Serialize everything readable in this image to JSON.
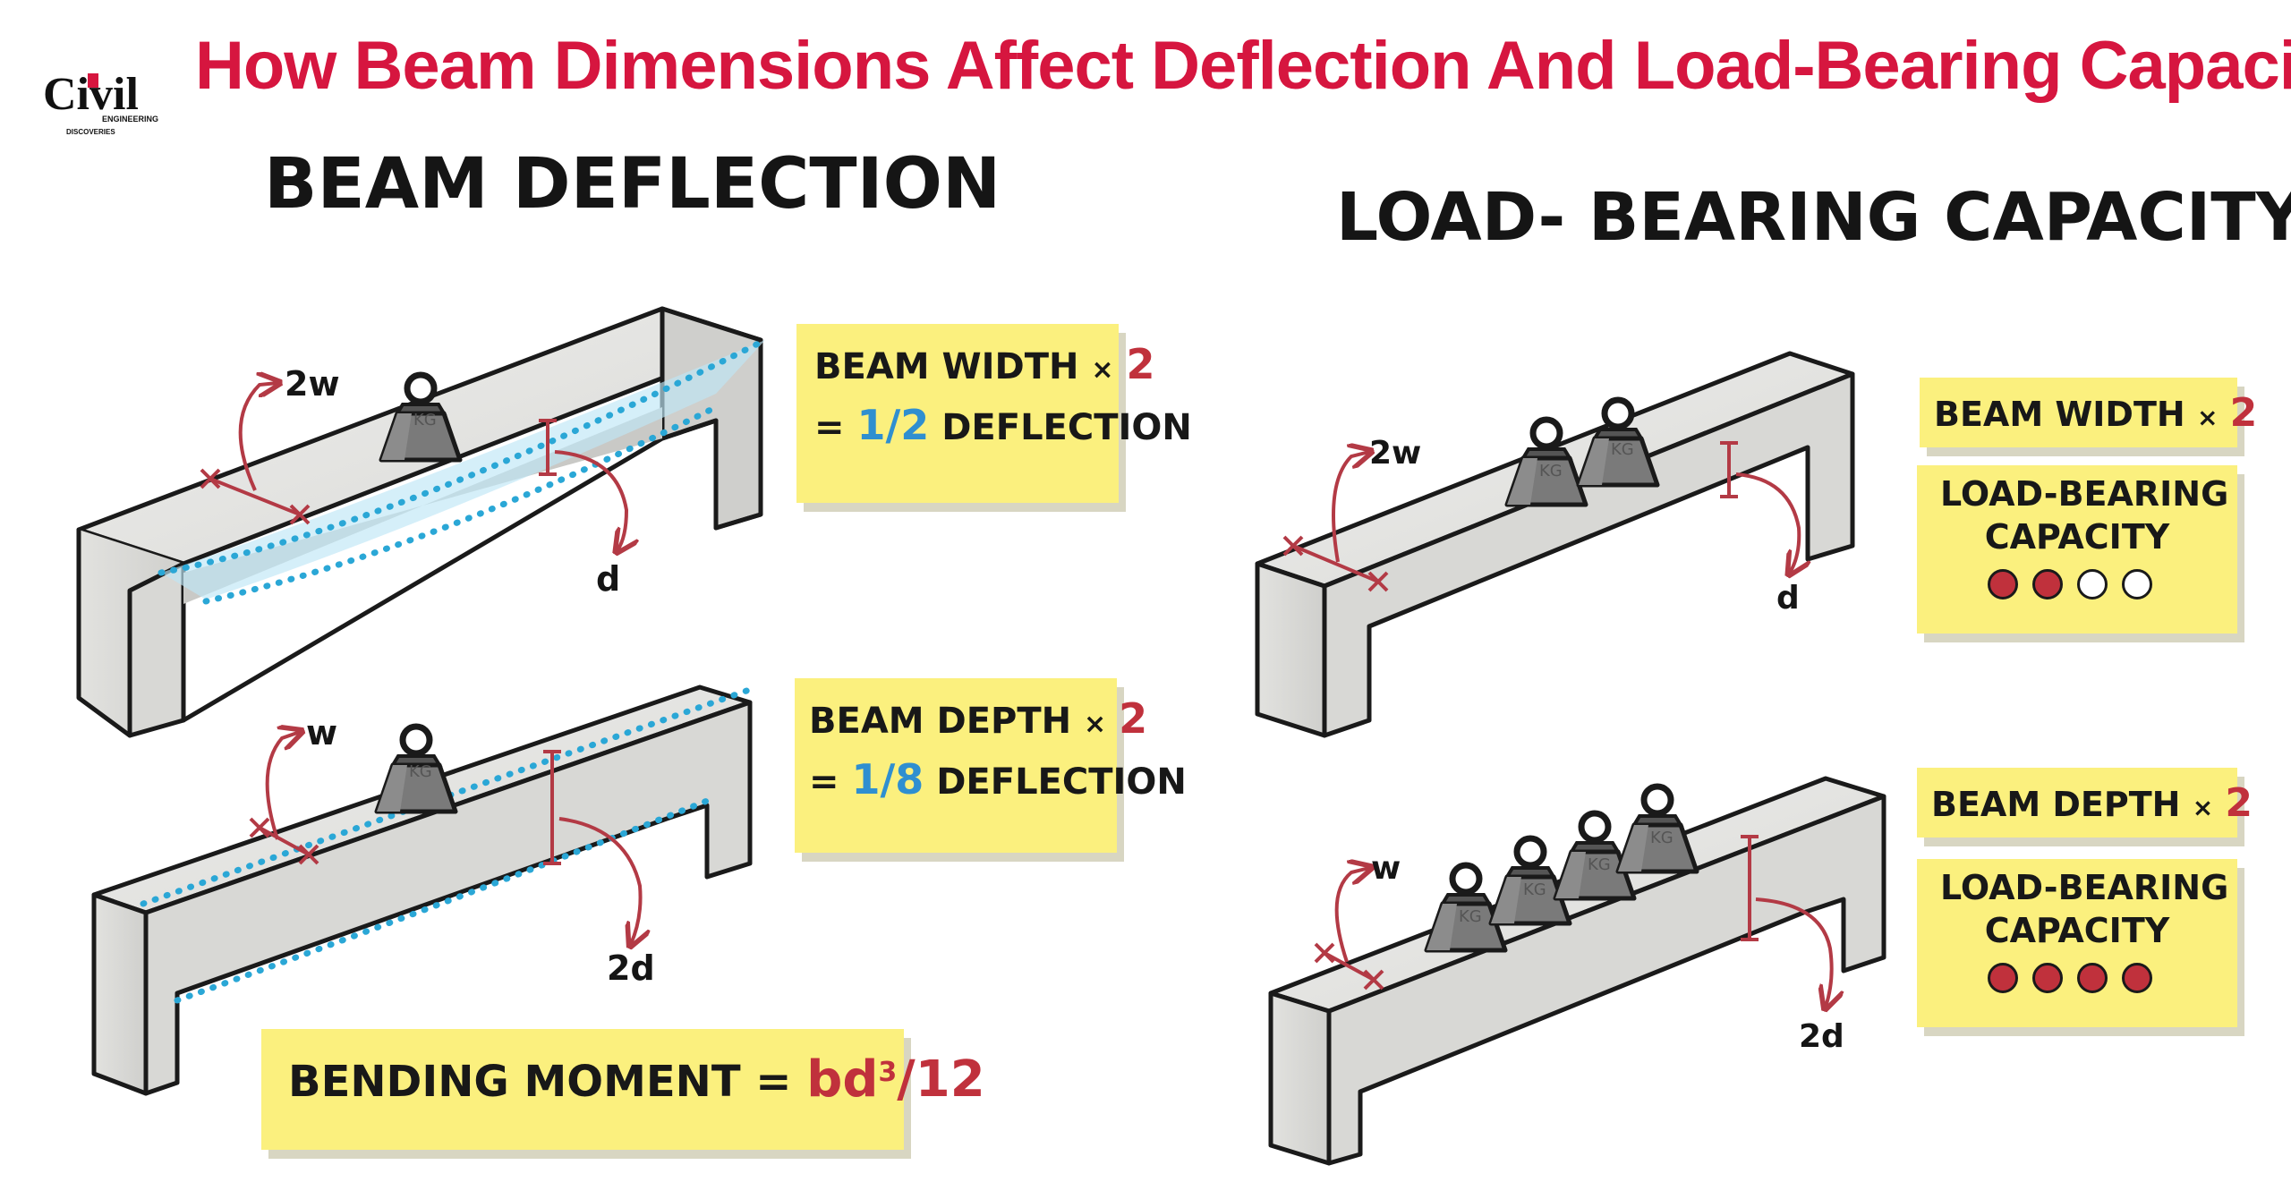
{
  "title": "How Beam Dimensions Affect Deflection And Load-Bearing Capacity",
  "logo": {
    "text": "Civil",
    "subtext_1": "ENGINEERING",
    "subtext_2": "DISCOVERIES"
  },
  "left_heading": "BEAM DEFLECTION",
  "right_heading": "LOAD- BEARING CAPACITY",
  "weight_label": "KG",
  "beams": {
    "deflect_width": {
      "width_label": "2w",
      "depth_label": "d"
    },
    "deflect_depth": {
      "width_label": "w",
      "depth_label": "2d"
    },
    "capacity_width": {
      "width_label": "2w",
      "depth_label": "d"
    },
    "capacity_depth": {
      "width_label": "w",
      "depth_label": "2d"
    }
  },
  "notes": {
    "deflect_width": {
      "line1": "BEAM WIDTH",
      "times": "×",
      "factor": "2",
      "eq": "=",
      "fraction": "1/2",
      "result": "DEFLECTION"
    },
    "deflect_depth": {
      "line1": "BEAM DEPTH",
      "times": "×",
      "factor": "2",
      "eq": "=",
      "fraction": "1/8",
      "result": "DEFLECTION"
    },
    "cap_width_head": {
      "line1": "BEAM WIDTH",
      "times": "×",
      "factor": "2"
    },
    "cap_width_body": {
      "line1": "LOAD-BEARING",
      "line2": "CAPACITY",
      "dots": [
        true,
        true,
        false,
        false
      ]
    },
    "cap_depth_head": {
      "line1": "BEAM DEPTH",
      "times": "×",
      "factor": "2"
    },
    "cap_depth_body": {
      "line1": "LOAD-BEARING",
      "line2": "CAPACITY",
      "dots": [
        true,
        true,
        true,
        true
      ]
    },
    "bending": {
      "label": "BENDING MOMENT",
      "eq": "=",
      "formula": "bd",
      "power": "3",
      "denominator": "/12"
    }
  },
  "colors": {
    "title": "#d6163f",
    "sticky": "#fbf07e",
    "beam": "#dededc",
    "accent": "#c0313c",
    "dotted": "#2aa7d6"
  }
}
